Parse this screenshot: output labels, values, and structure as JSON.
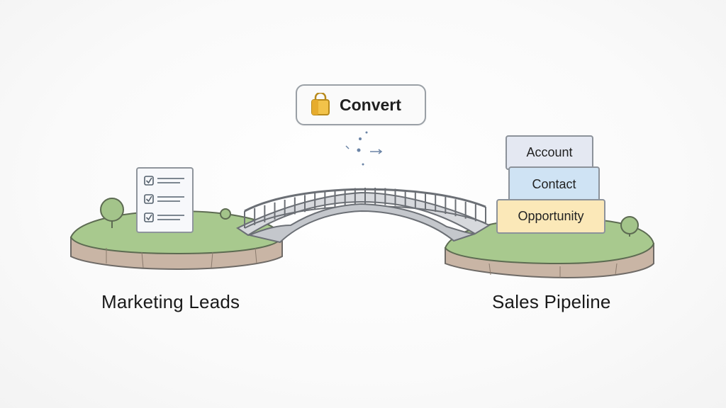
{
  "convert_button": {
    "label": "Convert",
    "icon": "lock-folder-icon"
  },
  "left_island": {
    "label": "Marketing Leads",
    "icon": "checklist-icon"
  },
  "right_island": {
    "label": "Sales Pipeline",
    "stack": [
      "Account",
      "Contact",
      "Opportunity"
    ]
  },
  "colors": {
    "grass": "#a8c98e",
    "earth": "#c9b5a5",
    "bridge": "#c4c7cc",
    "account": "#e4e8f2",
    "contact": "#cfe3f4",
    "opportunity": "#fbe8b8"
  }
}
